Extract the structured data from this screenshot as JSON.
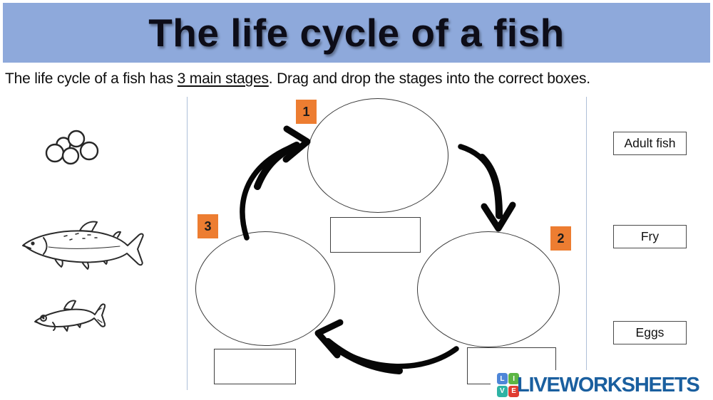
{
  "header": {
    "title": "The life cycle of a fish",
    "background_color": "#8EA9DB",
    "title_color": "#0d0d18"
  },
  "instruction": {
    "prefix": "The life cycle of a fish has ",
    "underlined": "3 main stages",
    "suffix": ". Drag and drop the stages into the correct boxes."
  },
  "cycle": {
    "badge_color": "#ED7D31",
    "badges": [
      "1",
      "2",
      "3"
    ],
    "circle_count": 3,
    "drop_box_count": 3
  },
  "drag_labels": [
    {
      "label": "Adult fish"
    },
    {
      "label": "Fry"
    },
    {
      "label": "Eggs"
    }
  ],
  "illustrations": [
    {
      "name": "fish-eggs"
    },
    {
      "name": "adult-fish"
    },
    {
      "name": "fry-fish"
    }
  ],
  "logo": {
    "text": "LIVEWORKSHEETS",
    "text_color": "#1a5f9f",
    "blocks": [
      {
        "letter": "L",
        "color": "#4e86d8"
      },
      {
        "letter": "I",
        "color": "#5cb544"
      },
      {
        "letter": "V",
        "color": "#2eb3a4"
      },
      {
        "letter": "E",
        "color": "#e03c31"
      }
    ]
  }
}
